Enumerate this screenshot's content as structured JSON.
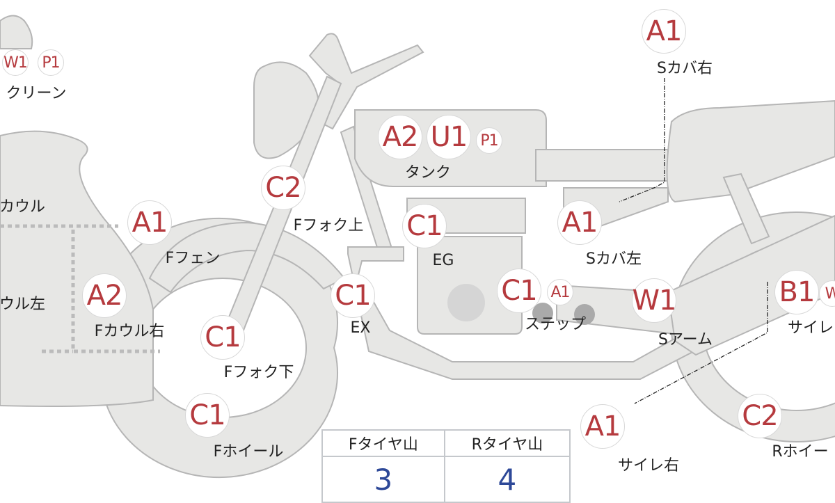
{
  "markers": {
    "screen": {
      "codes": [
        "W1",
        "P1"
      ],
      "label": "クリーン"
    },
    "s_cover_right": {
      "codes": [
        "A1"
      ],
      "label": "Sカバ右"
    },
    "tank": {
      "codes": [
        "A2",
        "U1",
        "P1"
      ],
      "label": "タンク"
    },
    "f_fork_upper": {
      "codes": [
        "C2"
      ],
      "label": "Fフォク上"
    },
    "f_fender": {
      "codes": [
        "A1"
      ],
      "label": "Fフェン"
    },
    "engine": {
      "codes": [
        "C1"
      ],
      "label": "EG"
    },
    "s_cover_left": {
      "codes": [
        "A1"
      ],
      "label": "Sカバ左"
    },
    "cowl": {
      "label": "カウル"
    },
    "cowl_left": {
      "label": "ウル左"
    },
    "f_cowl_right": {
      "codes": [
        "A2"
      ],
      "label": "Fカウル右"
    },
    "f_fork_lower": {
      "codes": [
        "C1"
      ],
      "label": "Fフォク下"
    },
    "exhaust": {
      "codes": [
        "C1"
      ],
      "label": "EX"
    },
    "step": {
      "codes": [
        "C1",
        "A1"
      ],
      "label": "ステップ"
    },
    "swing_arm": {
      "codes": [
        "W1"
      ],
      "label": "Sアーム"
    },
    "silencer_left": {
      "codes": [
        "B1",
        "W"
      ],
      "label": "サイレ"
    },
    "f_wheel": {
      "codes": [
        "C1"
      ],
      "label": "Fホイール"
    },
    "silencer_right": {
      "codes": [
        "A1"
      ],
      "label": "サイレ右"
    },
    "r_wheel": {
      "codes": [
        "C2"
      ],
      "label": "Rホイー"
    }
  },
  "tire_table": {
    "headers": [
      "Fタイヤ山",
      "Rタイヤ山"
    ],
    "values": [
      "3",
      "4"
    ]
  },
  "colors": {
    "code": "#b53a3e",
    "value": "#2d4898",
    "fill": "#e7e7e5",
    "stroke": "#b5b5b5"
  }
}
